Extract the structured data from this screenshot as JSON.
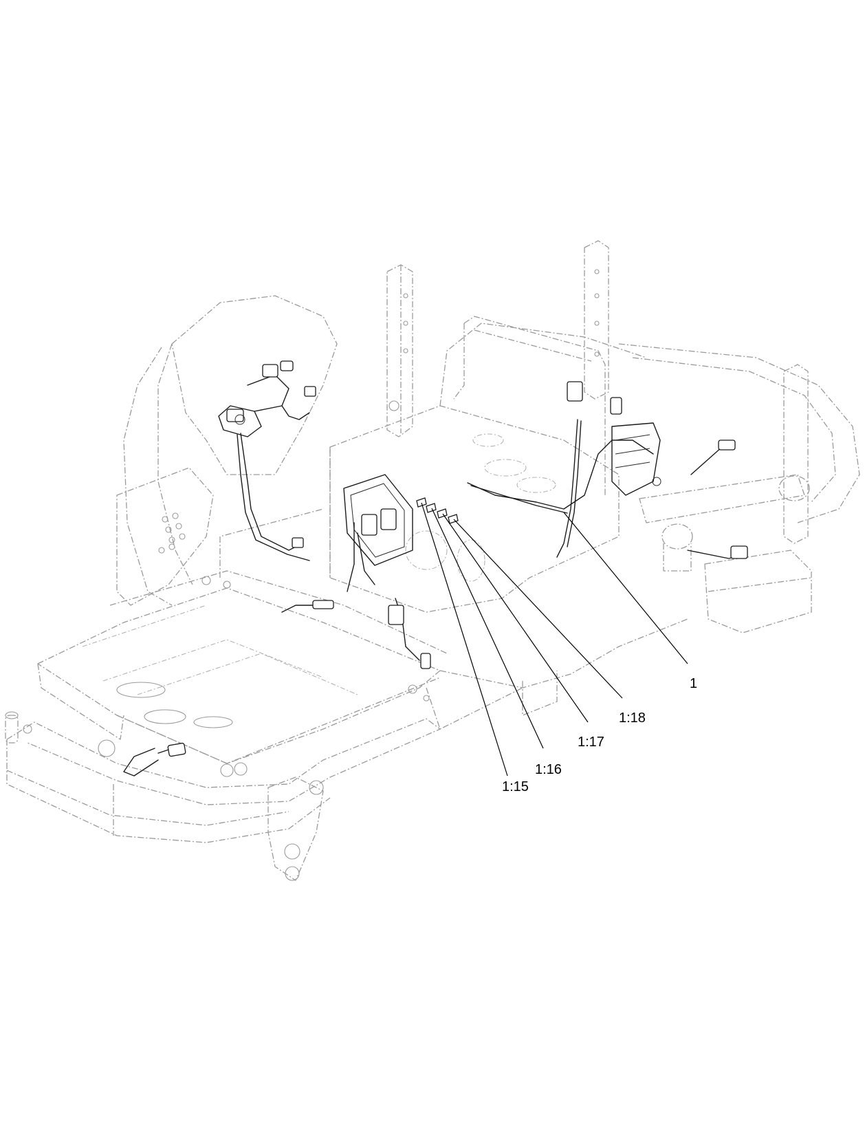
{
  "callouts": [
    {
      "id": "c1",
      "label": "1"
    },
    {
      "id": "c118",
      "label": "1:18"
    },
    {
      "id": "c117",
      "label": "1:17"
    },
    {
      "id": "c116",
      "label": "1:16"
    },
    {
      "id": "c115",
      "label": "1:15"
    }
  ],
  "colors": {
    "phantom_line": "#9a9a9a",
    "solid_line": "#1a1a1a",
    "background": "#ffffff"
  }
}
